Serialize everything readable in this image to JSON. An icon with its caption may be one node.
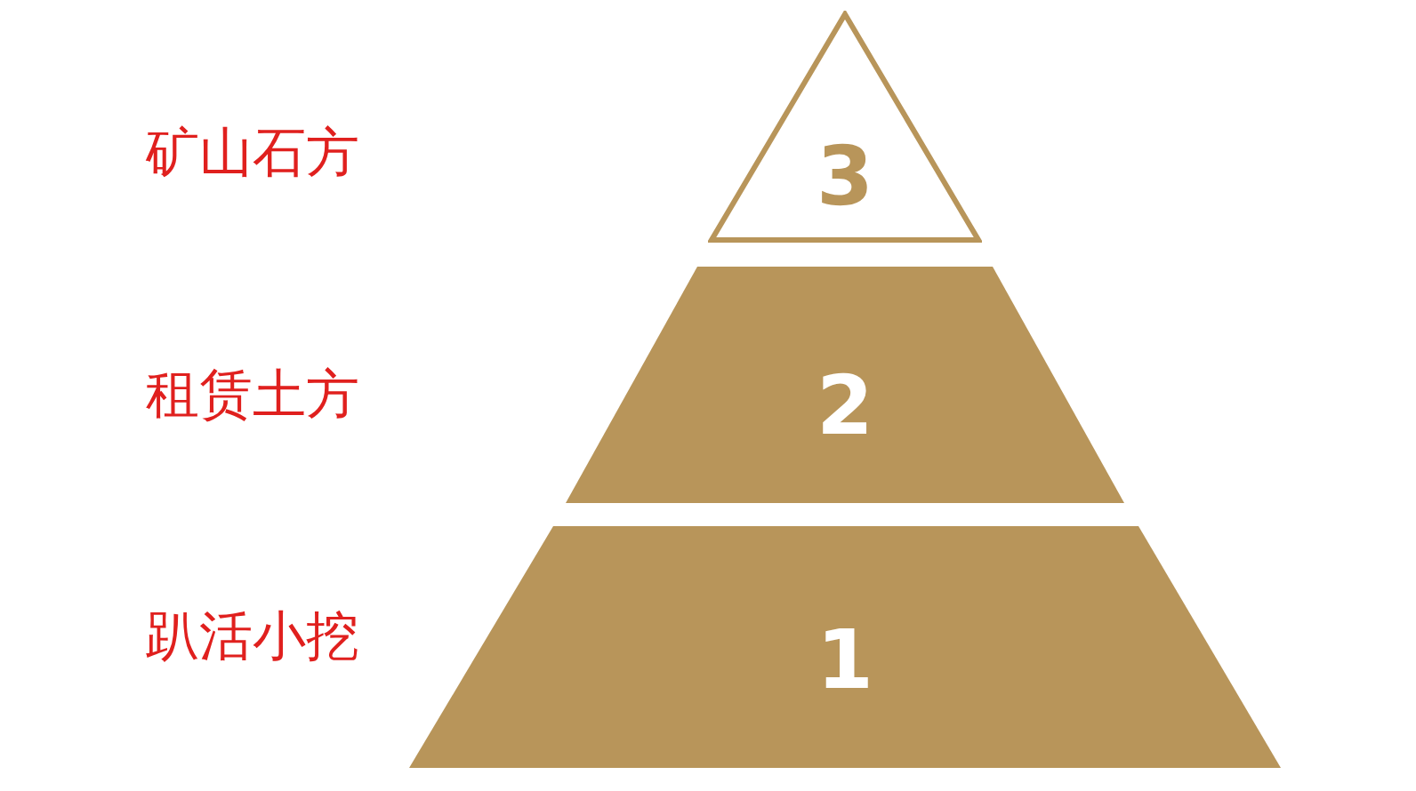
{
  "diagram": {
    "nodes": [
      {
        "text": [
          "3"
        ]
      },
      {
        "text": [
          "2"
        ]
      },
      {
        "text": [
          "1"
        ]
      }
    ],
    "labels": [
      "矿山石方",
      "租赁土方",
      "趴活小挖"
    ]
  }
}
